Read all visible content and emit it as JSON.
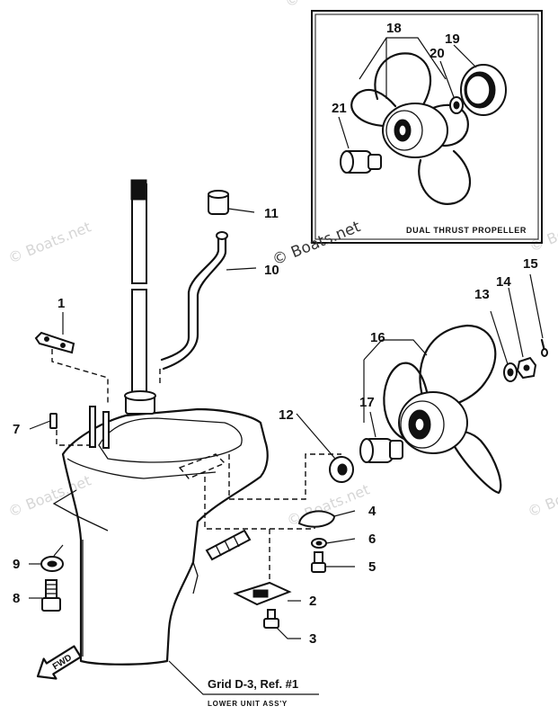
{
  "watermarks": [
    "© Boats.net",
    "© Boats.net",
    "© Boats.net",
    "© Boats.net",
    "© Boats.net",
    "© Boats.net"
  ],
  "inset": {
    "caption": "DUAL THRUST PROPELLER",
    "watermark": "© Boats.net"
  },
  "callouts": [
    {
      "id": "1",
      "label": "1"
    },
    {
      "id": "2",
      "label": "2"
    },
    {
      "id": "3",
      "label": "3"
    },
    {
      "id": "4",
      "label": "4"
    },
    {
      "id": "5",
      "label": "5"
    },
    {
      "id": "6",
      "label": "6"
    },
    {
      "id": "7",
      "label": "7"
    },
    {
      "id": "8",
      "label": "8"
    },
    {
      "id": "9",
      "label": "9"
    },
    {
      "id": "10",
      "label": "10"
    },
    {
      "id": "11",
      "label": "11"
    },
    {
      "id": "12",
      "label": "12"
    },
    {
      "id": "13",
      "label": "13"
    },
    {
      "id": "14",
      "label": "14"
    },
    {
      "id": "15",
      "label": "15"
    },
    {
      "id": "16",
      "label": "16"
    },
    {
      "id": "17",
      "label": "17"
    },
    {
      "id": "18",
      "label": "18"
    },
    {
      "id": "19",
      "label": "19"
    },
    {
      "id": "20",
      "label": "20"
    },
    {
      "id": "21",
      "label": "21"
    }
  ],
  "fwd_label": "FWD",
  "grid_ref": "Grid D-3, Ref. #1",
  "assembly_label": "LOWER UNIT ASS'Y"
}
